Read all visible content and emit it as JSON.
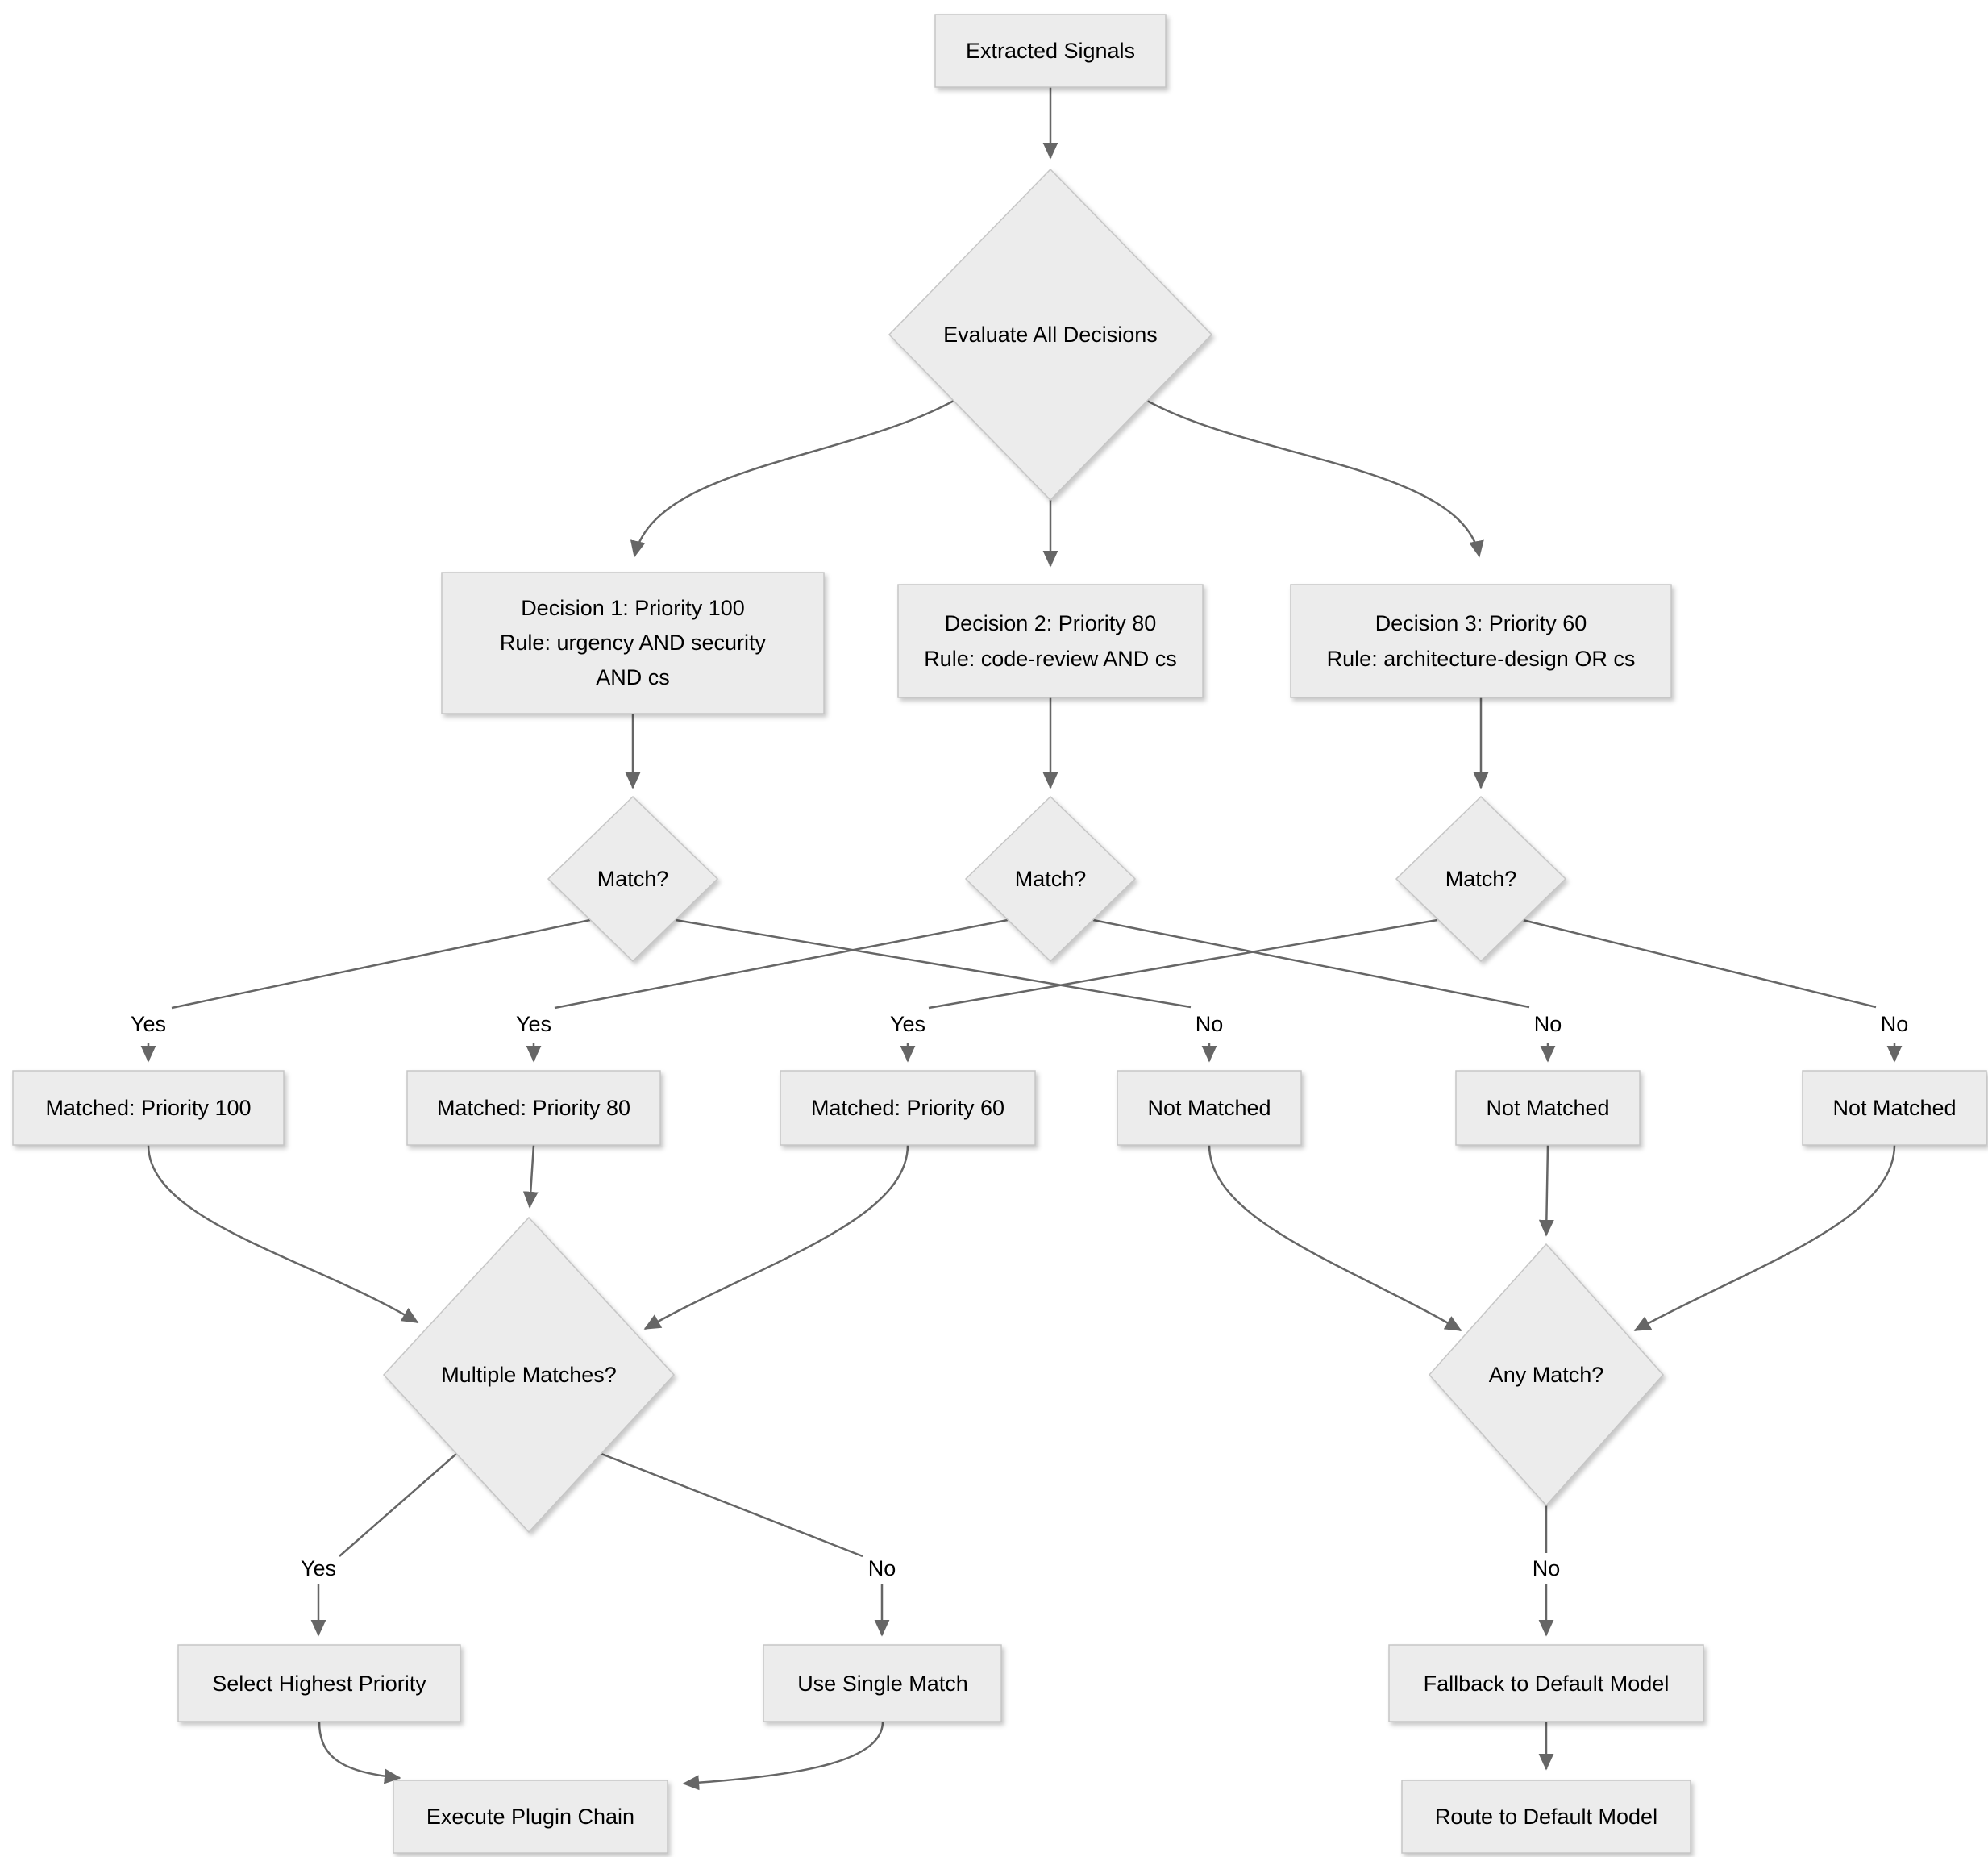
{
  "diagram": {
    "type": "flowchart",
    "background": "#ffffff",
    "node_fill": "#ececec",
    "node_border": "#c6c6c6",
    "edge_color": "#666666",
    "text_color": "#000000"
  },
  "nodes": {
    "extracted_signals": {
      "label": "Extracted Signals"
    },
    "evaluate_all_decisions": {
      "label": "Evaluate All Decisions"
    },
    "decision1": {
      "line1": "Decision 1: Priority 100",
      "line2": "Rule: urgency AND security",
      "line3": "AND cs"
    },
    "decision2": {
      "line1": "Decision 2: Priority 80",
      "line2": "Rule: code-review AND cs"
    },
    "decision3": {
      "line1": "Decision 3: Priority 60",
      "line2": "Rule: architecture-design OR cs"
    },
    "match1": {
      "label": "Match?"
    },
    "match2": {
      "label": "Match?"
    },
    "match3": {
      "label": "Match?"
    },
    "matched_priority_100": {
      "label": "Matched: Priority 100"
    },
    "matched_priority_80": {
      "label": "Matched: Priority 80"
    },
    "matched_priority_60": {
      "label": "Matched: Priority 60"
    },
    "not_matched_1": {
      "label": "Not Matched"
    },
    "not_matched_2": {
      "label": "Not Matched"
    },
    "not_matched_3": {
      "label": "Not Matched"
    },
    "multiple_matches": {
      "label": "Multiple Matches?"
    },
    "any_match": {
      "label": "Any Match?"
    },
    "select_highest_priority": {
      "label": "Select Highest Priority"
    },
    "use_single_match": {
      "label": "Use Single Match"
    },
    "fallback_default_model": {
      "label": "Fallback to Default Model"
    },
    "execute_plugin_chain": {
      "label": "Execute Plugin Chain"
    },
    "route_default_model": {
      "label": "Route to Default Model"
    }
  },
  "edge_labels": {
    "match1_yes": "Yes",
    "match2_yes": "Yes",
    "match3_yes": "Yes",
    "match1_no": "No",
    "match2_no": "No",
    "match3_no": "No",
    "multiple_yes": "Yes",
    "multiple_no": "No",
    "any_no": "No"
  }
}
